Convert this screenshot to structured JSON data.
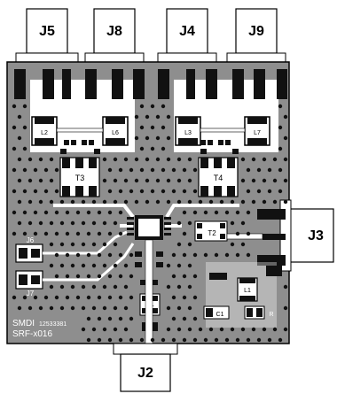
{
  "connectors": {
    "j5": "J5",
    "j8": "J8",
    "j4": "J4",
    "j9": "J9",
    "j3": "J3",
    "j2": "J2"
  },
  "components": {
    "l2": "L2",
    "l6": "L6",
    "l3": "L3",
    "l7": "L7",
    "t3": "T3",
    "t4": "T4",
    "t2": "T2",
    "t1": "T1",
    "l1": "L1",
    "c1": "C1",
    "j6": "J6",
    "j7": "J7",
    "r": "R"
  },
  "board_text": {
    "maker": "SMDI",
    "serial": "12533381",
    "model": "SRF-x016"
  },
  "colors": {
    "board": "#8e8e8e",
    "copper_pad": "#111111",
    "silk": "#ffffff",
    "outline": "#000000",
    "connector": "#ffffff"
  }
}
